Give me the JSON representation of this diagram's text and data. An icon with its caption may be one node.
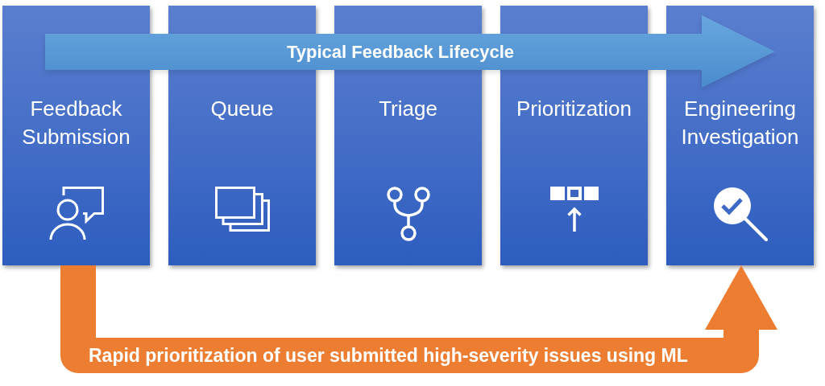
{
  "diagram": {
    "title": "Typical Feedback Lifecycle",
    "nodes": [
      {
        "text": [
          "Feedback Submission"
        ]
      },
      {
        "text": [
          "Queue"
        ]
      },
      {
        "text": [
          "Triage"
        ]
      },
      {
        "text": [
          "Prioritization"
        ]
      },
      {
        "text": [
          "Engineering Investigation"
        ]
      }
    ],
    "edges": [
      {
        "from": 0,
        "to": 4,
        "arrow": "to",
        "label": "Rapid prioritization of user submitted high-severity issues using ML",
        "color": "#ed7d31"
      }
    ]
  }
}
